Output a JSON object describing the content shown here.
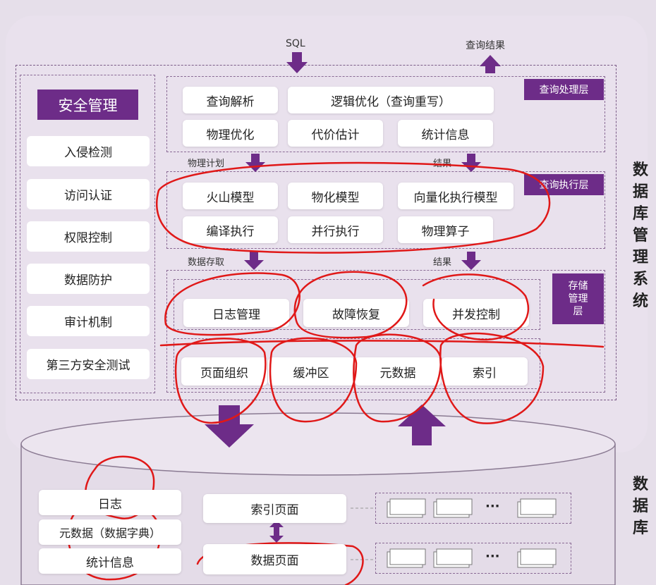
{
  "top": {
    "sql_label": "SQL",
    "result_label": "查询结果"
  },
  "security": {
    "title": "安全管理",
    "items": [
      "入侵检测",
      "访问认证",
      "权限控制",
      "数据防护",
      "审计机制",
      "第三方安全测试"
    ]
  },
  "query_processing": {
    "layer_label": "查询处理层",
    "row1": [
      "查询解析",
      "逻辑优化（查询重写）"
    ],
    "row2": [
      "物理优化",
      "代价估计",
      "统计信息"
    ]
  },
  "query_execution": {
    "layer_label": "查询执行层",
    "plan_label": "物理计划",
    "result_label": "结果",
    "row1": [
      "火山模型",
      "物化模型",
      "向量化执行模型"
    ],
    "row2": [
      "编译执行",
      "并行执行",
      "物理算子"
    ]
  },
  "storage": {
    "layer_label": "存储管理层",
    "access_label": "数据存取",
    "result_label": "结果",
    "row1": [
      "日志管理",
      "故障恢复",
      "并发控制"
    ],
    "row2": [
      "页面组织",
      "缓冲区",
      "元数据",
      "索引"
    ]
  },
  "dbms_label": "数据库管理系统",
  "database": {
    "label": "数据库",
    "left_items": [
      "日志",
      "元数据（数据字典）",
      "统计信息"
    ],
    "index_page": "索引页面",
    "data_page": "数据页面",
    "ellipsis": "···"
  },
  "colors": {
    "accent": "#6d2c88",
    "annotation": "#e01818"
  }
}
